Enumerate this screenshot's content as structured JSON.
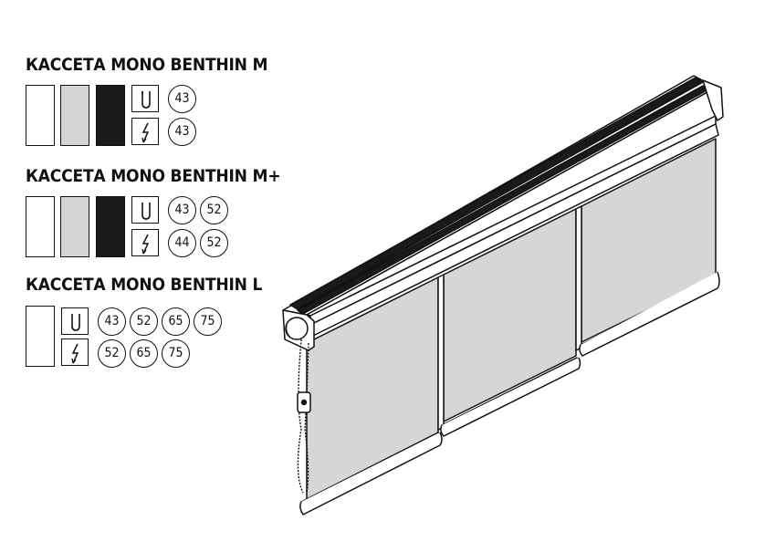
{
  "sections": [
    {
      "title": "КАССЕТА MONO BENTHIN M",
      "colors": [
        "#ffffff",
        "#d4d4d4",
        "#1a1a1a"
      ],
      "chain_numbers": [
        "43"
      ],
      "motor_numbers": [
        "43"
      ]
    },
    {
      "title": "КАССЕТА MONO BENTHIN M+",
      "colors": [
        "#ffffff",
        "#d4d4d4",
        "#1a1a1a"
      ],
      "chain_numbers": [
        "43",
        "52"
      ],
      "motor_numbers": [
        "44",
        "52"
      ]
    },
    {
      "title": "КАССЕТА MONO BENTHIN L",
      "colors": [
        "#ffffff"
      ],
      "chain_numbers": [
        "43",
        "52",
        "65",
        "75"
      ],
      "motor_numbers": [
        "52",
        "65",
        "75"
      ]
    }
  ],
  "icons": {
    "chain": "chain-control-icon",
    "motor": "motor-lightning-icon"
  },
  "fabric_color": "#d6d6d6"
}
